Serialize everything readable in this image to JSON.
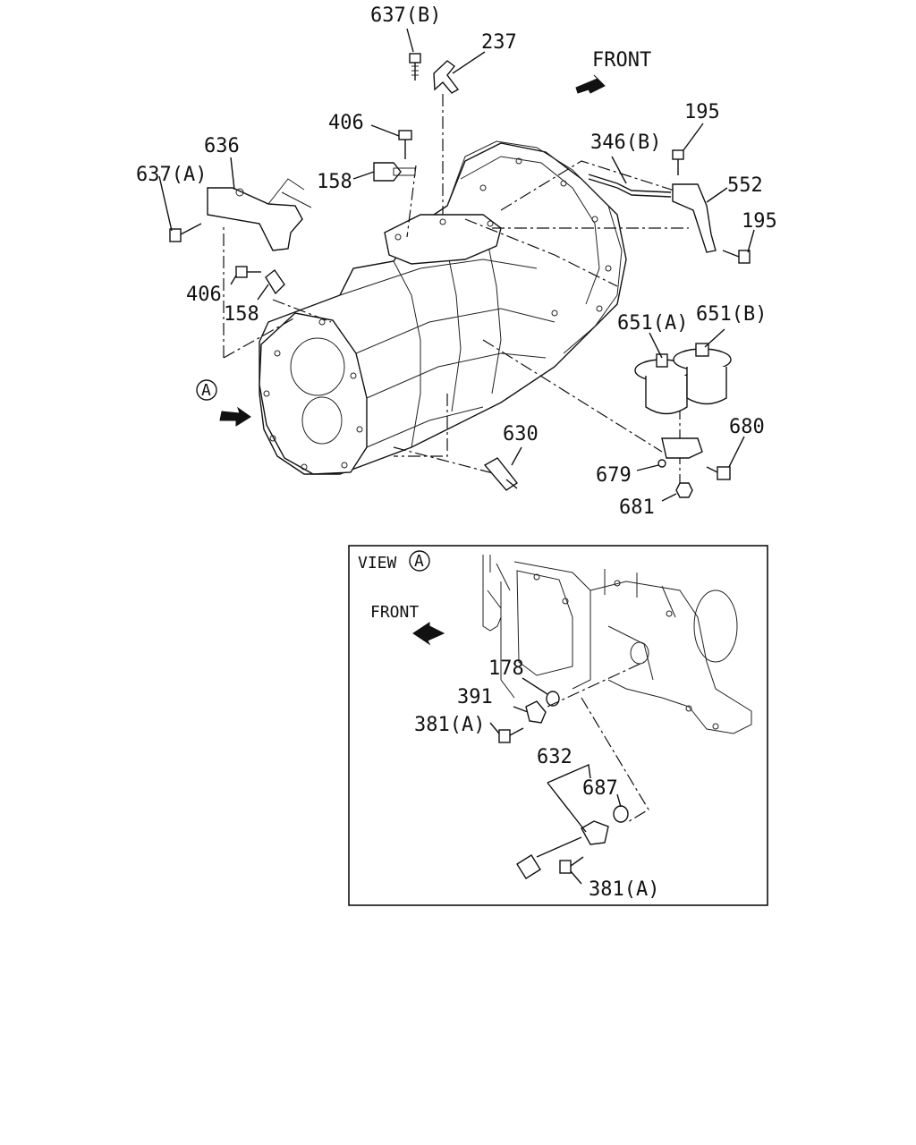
{
  "main": {
    "front_label": "FRONT",
    "view_marker": "A",
    "callouts": {
      "c637b": "637(B)",
      "c237": "237",
      "c406_top": "406",
      "c636": "636",
      "c637a": "637(A)",
      "c158_top": "158",
      "c406_mid": "406",
      "c158_mid": "158",
      "c346b": "346(B)",
      "c195_top": "195",
      "c552": "552",
      "c195_right": "195",
      "c651a": "651(A)",
      "c651b": "651(B)",
      "c630": "630",
      "c680": "680",
      "c679": "679",
      "c681": "681"
    }
  },
  "inset": {
    "view_label": "VIEW",
    "view_marker": "A",
    "front_label": "FRONT",
    "callouts": {
      "c178": "178",
      "c391": "391",
      "c381a_top": "381(A)",
      "c632": "632",
      "c687": "687",
      "c381a_bottom": "381(A)"
    }
  }
}
